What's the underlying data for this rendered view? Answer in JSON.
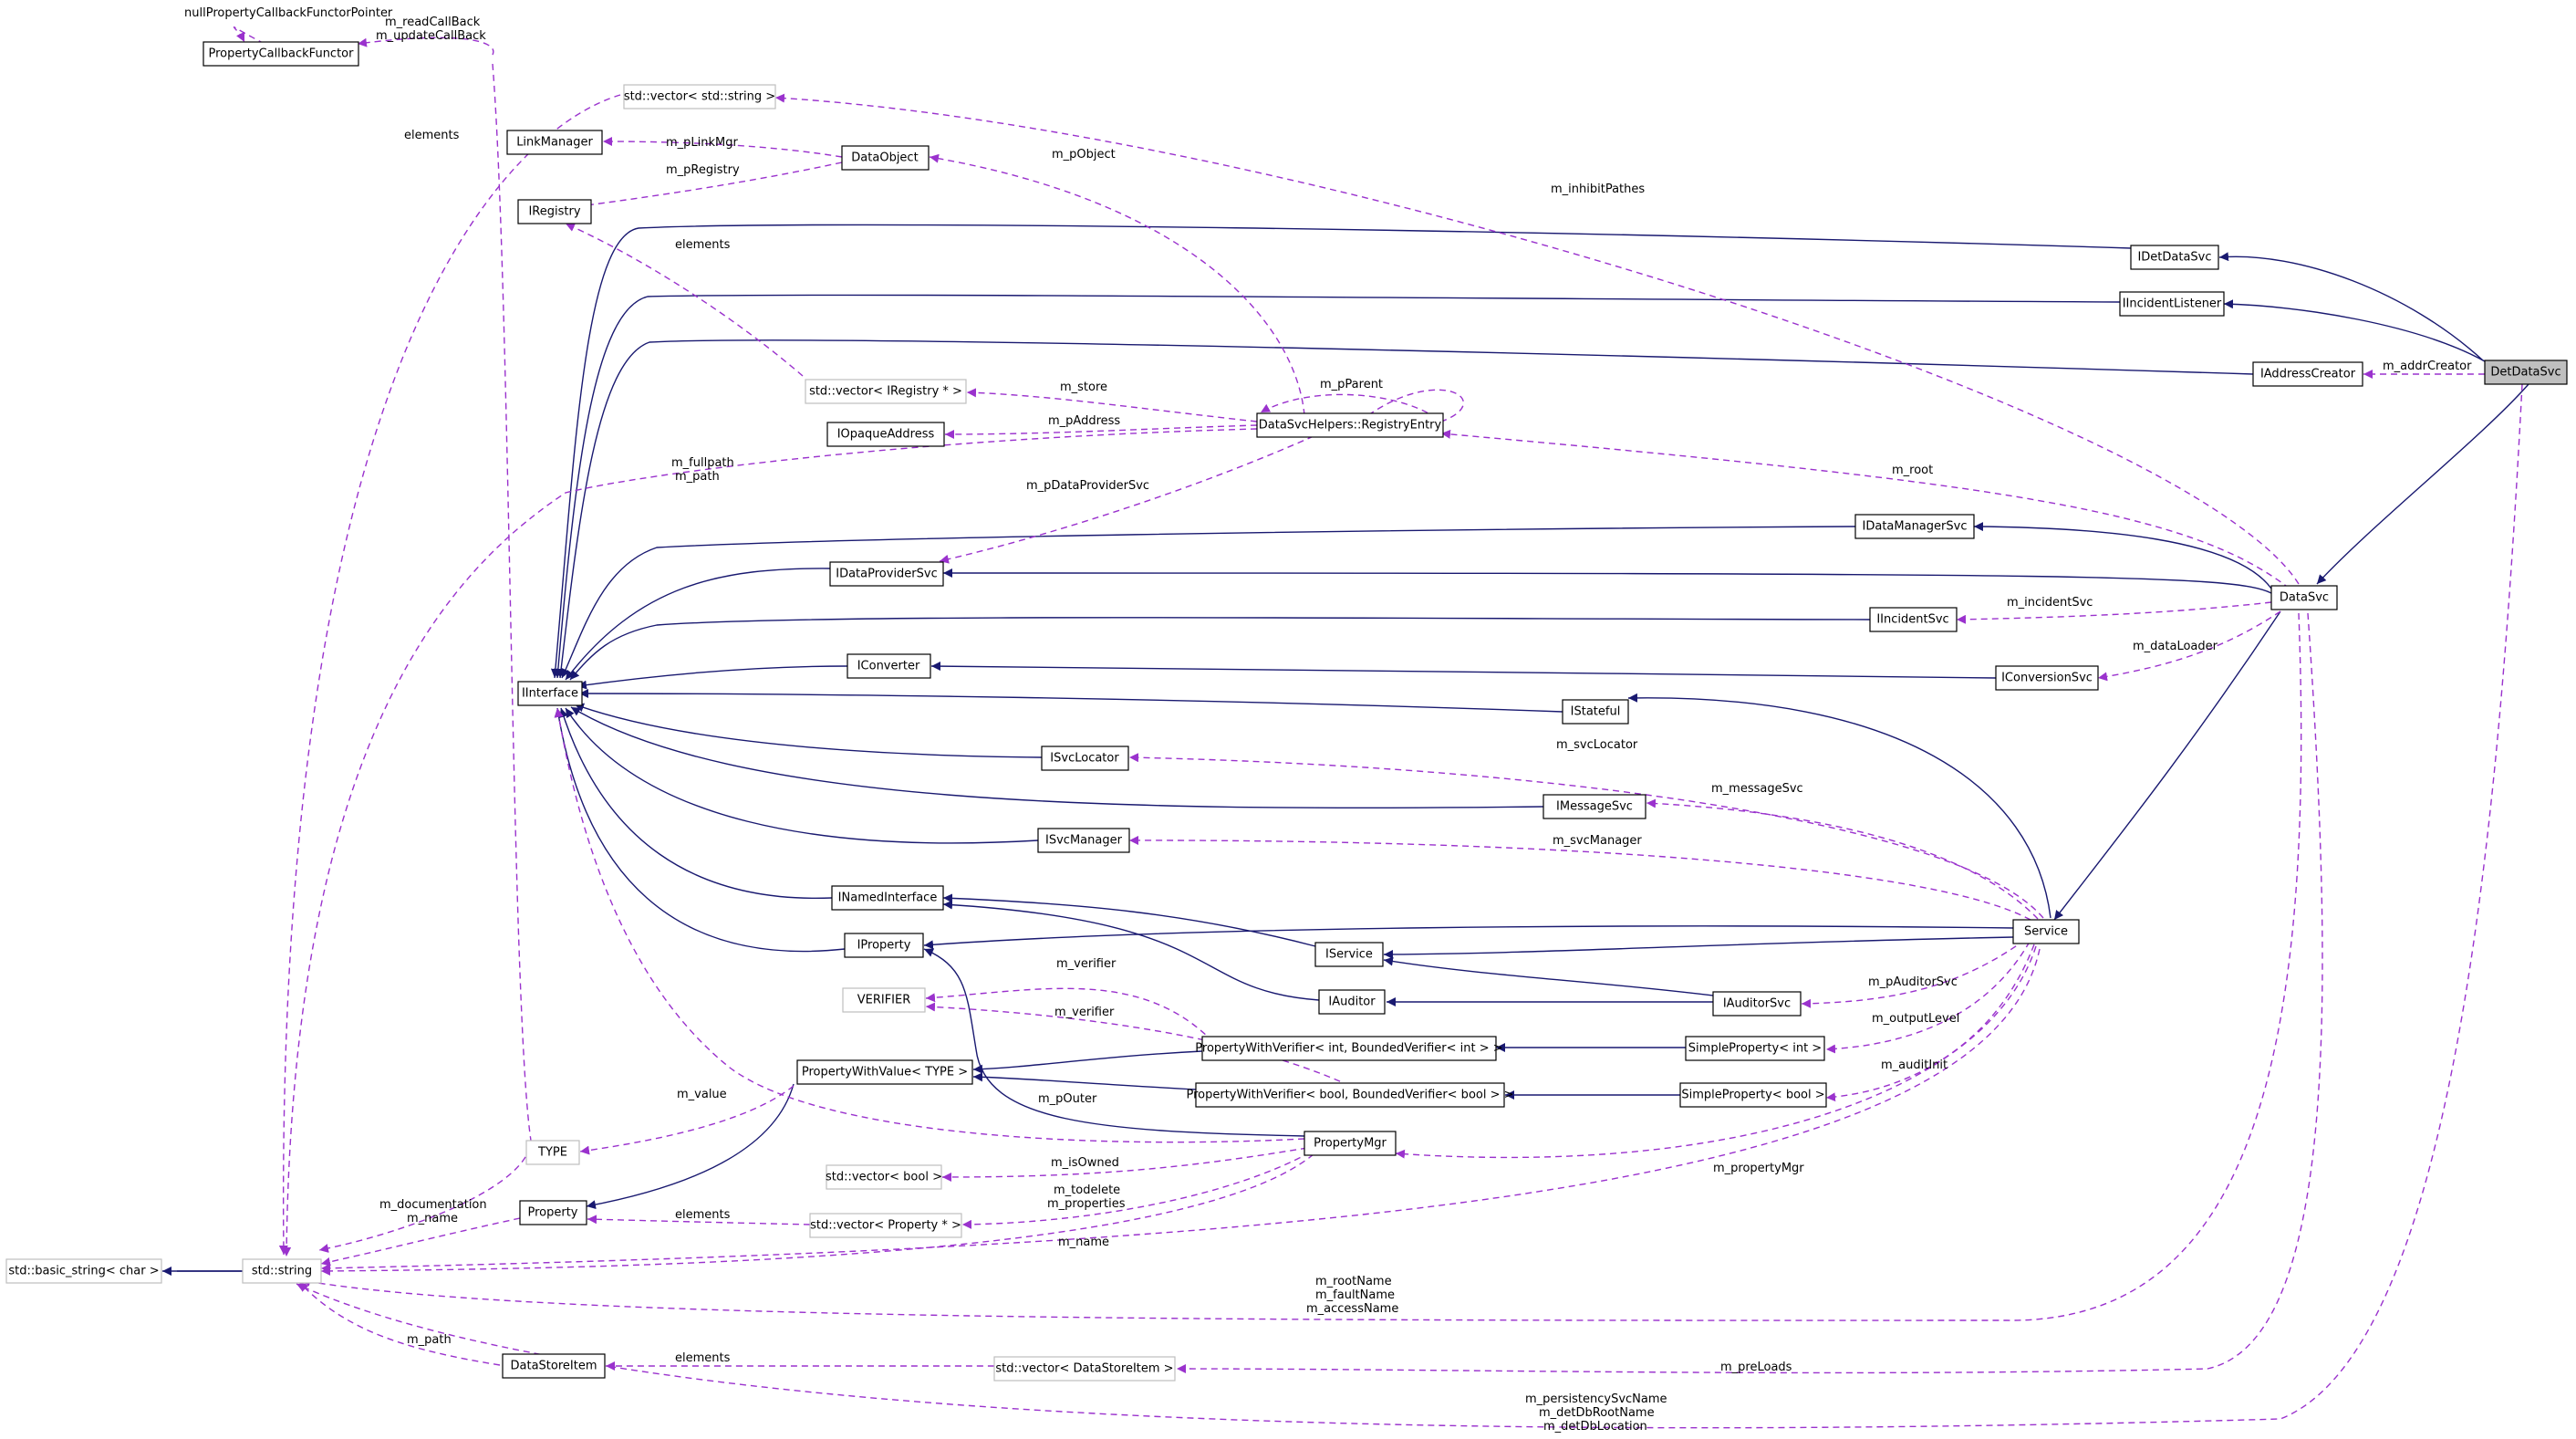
{
  "legend": {
    "inheritance_color": "#191970",
    "usage_color": "#9a32cd",
    "highlight_fill": "#bfbfbf"
  },
  "nodes": {
    "PropertyCallbackFunctor": "PropertyCallbackFunctor",
    "LinkManager": "LinkManager",
    "IRegistry": "IRegistry",
    "DataObject": "DataObject",
    "vecString": "std::vector< std::string >",
    "vecIRegistry": "std::vector< IRegistry * >",
    "IOpaqueAddress": "IOpaqueAddress",
    "RegistryEntry": "DataSvcHelpers::RegistryEntry",
    "IDataProviderSvc": "IDataProviderSvc",
    "IInterface": "IInterface",
    "IConverter": "IConverter",
    "ISvcLocator": "ISvcLocator",
    "ISvcManager": "ISvcManager",
    "INamedInterface": "INamedInterface",
    "IProperty": "IProperty",
    "VERIFIER": "VERIFIER",
    "PropertyWithValue": "PropertyWithValue< TYPE >",
    "TYPE": "TYPE",
    "Property": "Property",
    "vecBool": "std::vector< bool >",
    "vecProperty": "std::vector< Property * >",
    "basicString": "std::basic_string< char >",
    "stdString": "std::string",
    "DataStoreItem": "DataStoreItem",
    "vecDataStoreItem": "std::vector< DataStoreItem >",
    "IDetDataSvc": "IDetDataSvc",
    "IIncidentListener": "IIncidentListener",
    "IAddressCreator": "IAddressCreator",
    "DetDataSvc": "DetDataSvc",
    "IDataManagerSvc": "IDataManagerSvc",
    "DataSvc": "DataSvc",
    "IIncidentSvc": "IIncidentSvc",
    "IConversionSvc": "IConversionSvc",
    "IStateful": "IStateful",
    "IMessageSvc": "IMessageSvc",
    "Service": "Service",
    "IService": "IService",
    "IAuditor": "IAuditor",
    "IAuditorSvc": "IAuditorSvc",
    "PWVInt": "PropertyWithVerifier< int, BoundedVerifier< int > >",
    "PWVBool": "PropertyWithVerifier< bool, BoundedVerifier< bool > >",
    "SimpleInt": "SimpleProperty< int >",
    "SimpleBool": "SimpleProperty< bool >",
    "PropertyMgr": "PropertyMgr"
  },
  "edge_labels": {
    "nullCallback": "nullPropertyCallbackFunctorPointer",
    "readUpdateCallBack1": "m_readCallBack",
    "readUpdateCallBack2": "m_updateCallBack",
    "elementsVecString": "elements",
    "pLinkMgr": "m_pLinkMgr",
    "pRegistry": "m_pRegistry",
    "pObject": "m_pObject",
    "elementsVecIRegistry": "elements",
    "store": "m_store",
    "pParent": "m_pParent",
    "pAddress": "m_pAddress",
    "fullpath1": "m_fullpath",
    "fullpath2": "m_path",
    "pDataProviderSvc": "m_pDataProviderSvc",
    "inhibitPathes": "m_inhibitPathes",
    "addrCreator": "m_addrCreator",
    "root": "m_root",
    "incidentSvc": "m_incidentSvc",
    "dataLoader": "m_dataLoader",
    "svcLocator": "m_svcLocator",
    "messageSvc": "m_messageSvc",
    "svcManager": "m_svcManager",
    "verifier1": "m_verifier",
    "verifier2": "m_verifier",
    "pAuditorSvc": "m_pAuditorSvc",
    "outputLevel": "m_outputLevel",
    "auditInit": "m_auditInit",
    "value": "m_value",
    "pOuter": "m_pOuter",
    "isOwned": "m_isOwned",
    "propertyMgr": "m_propertyMgr",
    "documentation1": "m_documentation",
    "documentation2": "m_name",
    "elementsVecProperty": "elements",
    "todelete1": "m_todelete",
    "todelete2": "m_properties",
    "name": "m_name",
    "rootName1": "m_rootName",
    "rootName2": "m_faultName",
    "rootName3": "m_accessName",
    "path": "m_path",
    "elementsVecDataStoreItem": "elements",
    "preLoads": "m_preLoads",
    "persistency1": "m_persistencySvcName",
    "persistency2": "m_detDbRootName",
    "persistency3": "m_detDbLocation"
  }
}
